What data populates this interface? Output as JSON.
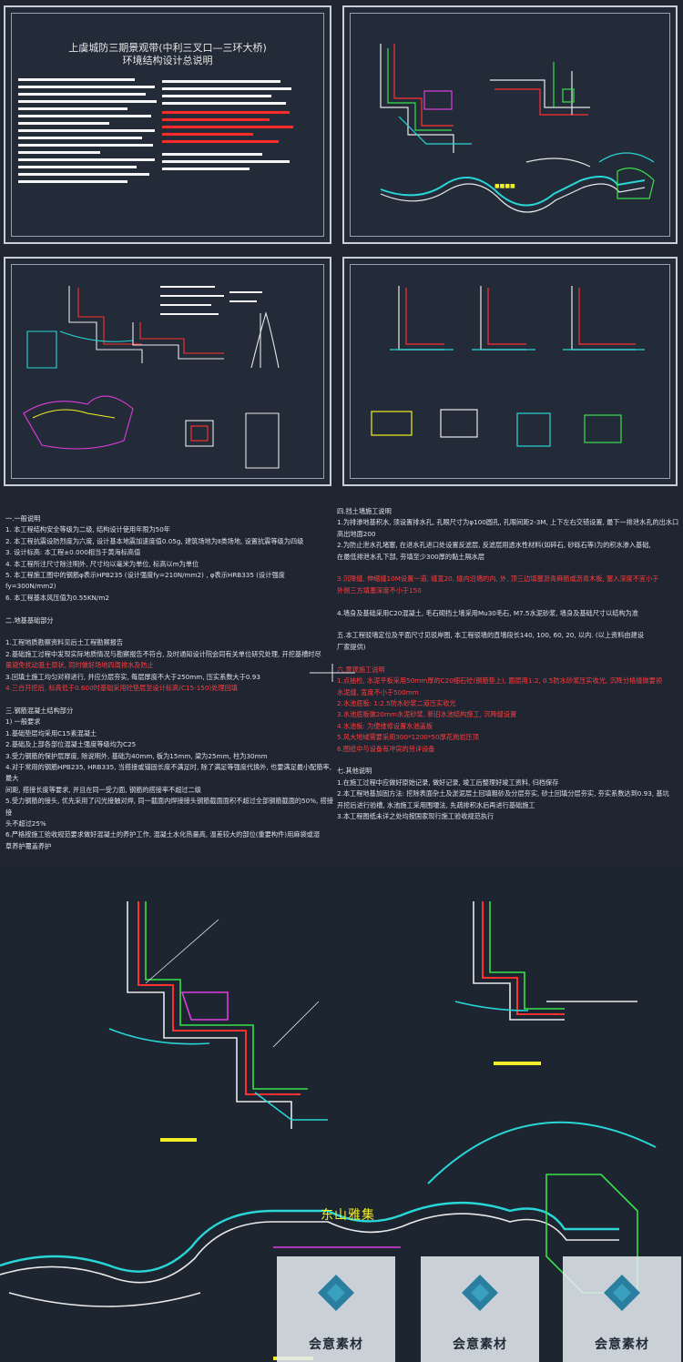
{
  "sheet1": {
    "title": "上虞城防三期景观带(中利三叉口—三环大桥)",
    "subtitle": "环境结构设计总说明"
  },
  "notes_left": [
    {
      "text": "一.一般说明",
      "type": "h"
    },
    {
      "text": "1. 本工程结构安全等级为二级, 结构设计使用年限为50年",
      "type": "n"
    },
    {
      "text": "2. 本工程抗震设防烈度为六度, 设计基本地震加速度值0.05g, 建筑场地为Ⅱ类场地, 设置抗震等级为四级",
      "type": "n"
    },
    {
      "text": "3. 设计标高: 本工程±0.000相当于黄海标高值",
      "type": "n"
    },
    {
      "text": "4. 本工程所注尺寸除注明外, 尺寸均以毫米为单位, 标高以m为单位",
      "type": "n"
    },
    {
      "text": "5. 本工程施工图中的钢筋φ表示HPB235 (设计强度fy=210N/mm2) , φ表示HRB335 (设计强度fy=300N/mm2)",
      "type": "n"
    },
    {
      "text": "6. 本工程基本风压值为0.55KN/m2",
      "type": "n"
    },
    {
      "text": "",
      "type": "n"
    },
    {
      "text": "二.地基基础部分",
      "type": "h"
    },
    {
      "text": "",
      "type": "n"
    },
    {
      "text": "1.工程地质勘察资料见后土工程勘察报告",
      "type": "n"
    },
    {
      "text": "2.基础施工过程中发现实际地质情况与勘察报告不符合, 及时通知设计院会同有关单位研究处理, 开挖基槽时尽",
      "type": "n"
    },
    {
      "text": "   量避免扰动基土原状, 同时做好场地四周排水及防止",
      "type": "r"
    },
    {
      "text": "3.回填土施工均匀对称进行, 并应分层夯实, 每层厚度不大于250mm, 压实系数大于0.93",
      "type": "n"
    },
    {
      "text": "4.三合开挖后, 标高低于0.600时基础采用砼垫层至设计标高(C15-150)处理回填",
      "type": "r"
    },
    {
      "text": "",
      "type": "n"
    },
    {
      "text": "三.钢筋混凝土结构部分",
      "type": "h"
    },
    {
      "text": "1) 一般要求",
      "type": "n"
    },
    {
      "text": "1.基础垫层均采用C15素混凝土",
      "type": "n"
    },
    {
      "text": "2.基础及上部各部位混凝土强度等级均为C25",
      "type": "n"
    },
    {
      "text": "3.受力钢筋的保护层厚度, 除说明外, 基础为40mm, 板为15mm, 梁为25mm, 柱为30mm",
      "type": "n"
    },
    {
      "text": "4.对于常用的钢筋HPB235, HRB335, 当搭接或锚固长度不满足时, 除了满足等强度代换外, 也要满足最小配筋率, 最大",
      "type": "n"
    },
    {
      "text": "   间距, 搭接长度等要求, 并且在同一受力面, 钢筋的搭接率不超过二级",
      "type": "n"
    },
    {
      "text": "5.受力钢筋的接头, 优先采用了闪光接触对焊, 同一截面内焊接接头钢筋截面面积不超过全部钢筋截面的50%, 搭接接",
      "type": "n"
    },
    {
      "text": "   头不超过25%",
      "type": "n"
    },
    {
      "text": "6.严格按施工验收规范要求做好混凝土的养护工作, 混凝土水化热量高, 温差较大的部位(重要构件)用麻袋或湿",
      "type": "n"
    },
    {
      "text": "   草养护覆盖养护",
      "type": "n"
    }
  ],
  "notes_right": [
    {
      "text": "四.挡土墙施工说明",
      "type": "h"
    },
    {
      "text": "1.为排渗地基积水, 须设置排水孔, 孔眼尺寸为φ100圆孔, 孔眼间距2-3M, 上下左右交错设置, 最下一排泄水孔的出水口",
      "type": "n"
    },
    {
      "text": "   高出地面200",
      "type": "n"
    },
    {
      "text": "2.为防止泄水孔堵塞, 在进水孔进口处设置反滤层, 反滤层用透水性材料(如碎石, 砂砾石等)为的积水渗入基础,",
      "type": "n"
    },
    {
      "text": "   在最低排泄水孔下部, 夯填至少300厚的黏土隔水层",
      "type": "n"
    },
    {
      "text": "",
      "type": "n"
    },
    {
      "text": "3.沉降缝, 伸缩缝10M设置一道, 缝宽20, 缝内沿墙的内, 外, 顶三边填塞沥青麻筋或沥青木板, 塞入深度不宜小于",
      "type": "r"
    },
    {
      "text": "   外侧三方填塞深度不小于150",
      "type": "r"
    },
    {
      "text": "",
      "type": "n"
    },
    {
      "text": "4.墙身及基础采用C20混凝土, 毛石砌挡土墙采用Mu30毛石, M7.5水泥砂浆, 墙身及基础尺寸以结构为准",
      "type": "n"
    },
    {
      "text": "",
      "type": "n"
    },
    {
      "text": "五.本工程驳墙定位及平面尺寸见驳岸图, 本工程驳墙的直墙段长140, 100, 60, 20, 以内. (以上资料由建设",
      "type": "n"
    },
    {
      "text": "   厂家提供)",
      "type": "n"
    },
    {
      "text": "",
      "type": "n"
    },
    {
      "text": "六.景观施工说明",
      "type": "r"
    },
    {
      "text": "1.点抽检, 水泥平板采用50mm厚的C20细石砼(钢筋垫上), 面层用1:2, 0.5防水砂浆压实收光, 沉降分格缝做要领",
      "type": "r"
    },
    {
      "text": "   水泥缝, 宽度不小于500mm",
      "type": "r"
    },
    {
      "text": "2.水池底板: 1:2.5防水砂浆二道压实收光",
      "type": "r"
    },
    {
      "text": "3.水池底板做20mm水泥砂浆, 新旧水池结构施工, 沉降缝设置",
      "type": "r"
    },
    {
      "text": "4.水池板: 为便维修设置水池盖板",
      "type": "r"
    },
    {
      "text": "5.风大地域需要采用300*1200*50厚花岗岩压顶",
      "type": "r"
    },
    {
      "text": "6.图纸中与设备有冲突的另详设备",
      "type": "r"
    },
    {
      "text": "",
      "type": "n"
    },
    {
      "text": "七.其他说明",
      "type": "h"
    },
    {
      "text": "1.在施工过程中应做好原始记录, 做好记录, 竣工后整理好竣工资料, 归档保存",
      "type": "n"
    },
    {
      "text": "2.本工程地基加固方法: 挖除表面杂土及淤泥层土回填粗砂及分层夯实, 砂土回填分层夯实, 夯实系数达到0.93, 基坑",
      "type": "n"
    },
    {
      "text": "   开挖后进行验槽, 水池施工采用围堰法, 先疏排积水后再进行基础施工",
      "type": "n"
    },
    {
      "text": "3.本工程图纸未详之处均按国家现行施工验收规范执行",
      "type": "n"
    }
  ],
  "bottom": {
    "yaji_label": "东山雅集"
  },
  "watermarks": [
    "会意素材",
    "会意素材",
    "会意素材"
  ],
  "colors": {
    "sheet_bg": "#232b38",
    "red": "#ff3c3c",
    "yellow": "#f2ee27",
    "cyan": "#28d6d6",
    "green": "#39e04a",
    "magenta": "#e03ce0"
  }
}
